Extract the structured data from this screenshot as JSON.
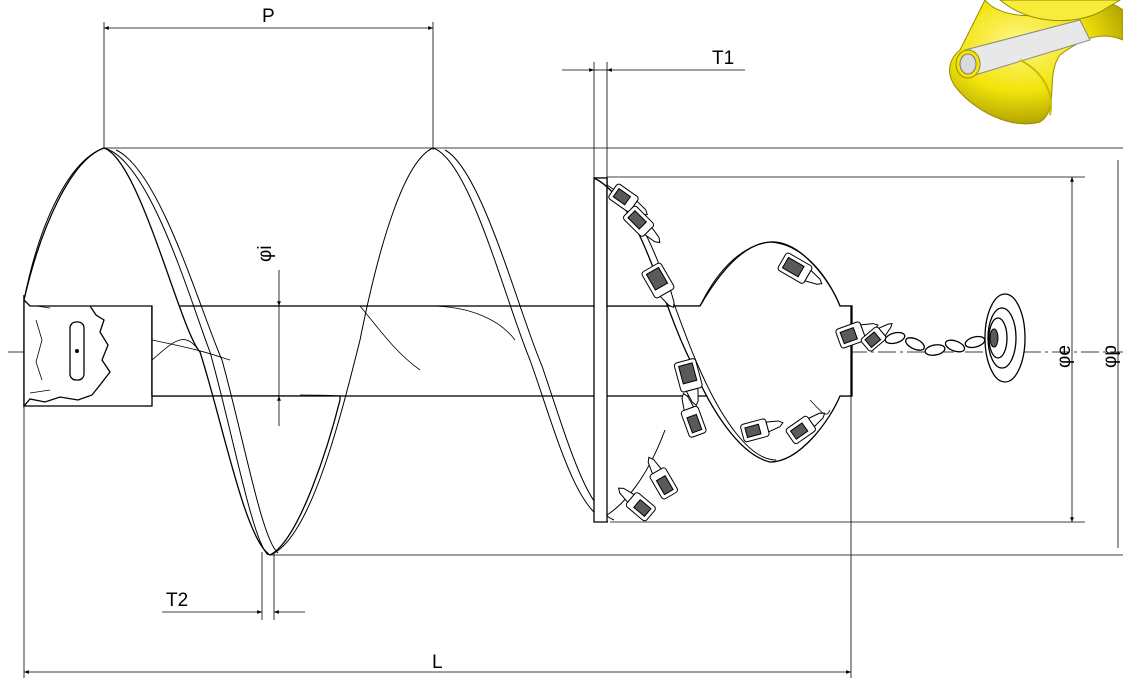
{
  "dimensions": {
    "pitch": "P",
    "flight_thickness_top": "T1",
    "flight_thickness_bottom": "T2",
    "length": "L"
  },
  "diameters": {
    "symbol": "φ",
    "inner": "i",
    "outer_e": "e",
    "outer_p": "p"
  },
  "thumbnail": {
    "colors": {
      "flight": "#f2e40a",
      "flight_shade": "#b8a800",
      "core": "#d9d9d9"
    }
  },
  "colors": {
    "line": "#000000",
    "background": "#ffffff"
  }
}
